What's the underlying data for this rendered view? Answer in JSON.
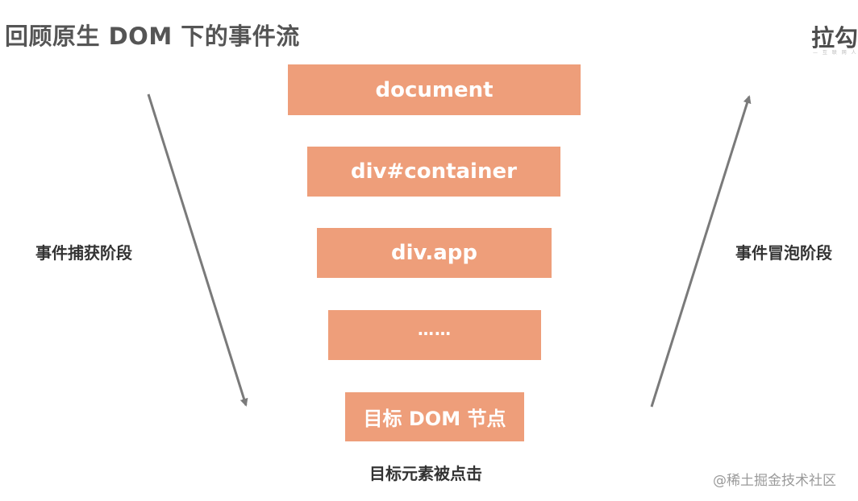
{
  "title": "回顾原生 DOM 下的事件流",
  "logo": {
    "text": "拉勾",
    "subtitle": "— 互 联 网 人"
  },
  "nodes": [
    {
      "label": "document"
    },
    {
      "label": "div#container"
    },
    {
      "label": "div.app"
    },
    {
      "label": "……"
    },
    {
      "label": "目标 DOM 节点"
    }
  ],
  "capture_phase_label": "事件捕获阶段",
  "bubble_phase_label": "事件冒泡阶段",
  "target_clicked_label": "目标元素被点击",
  "watermark": "@稀土掘金技术社区",
  "colors": {
    "box_fill": "#ee9e7a",
    "arrow": "#7a7a7a",
    "title": "#555555"
  }
}
